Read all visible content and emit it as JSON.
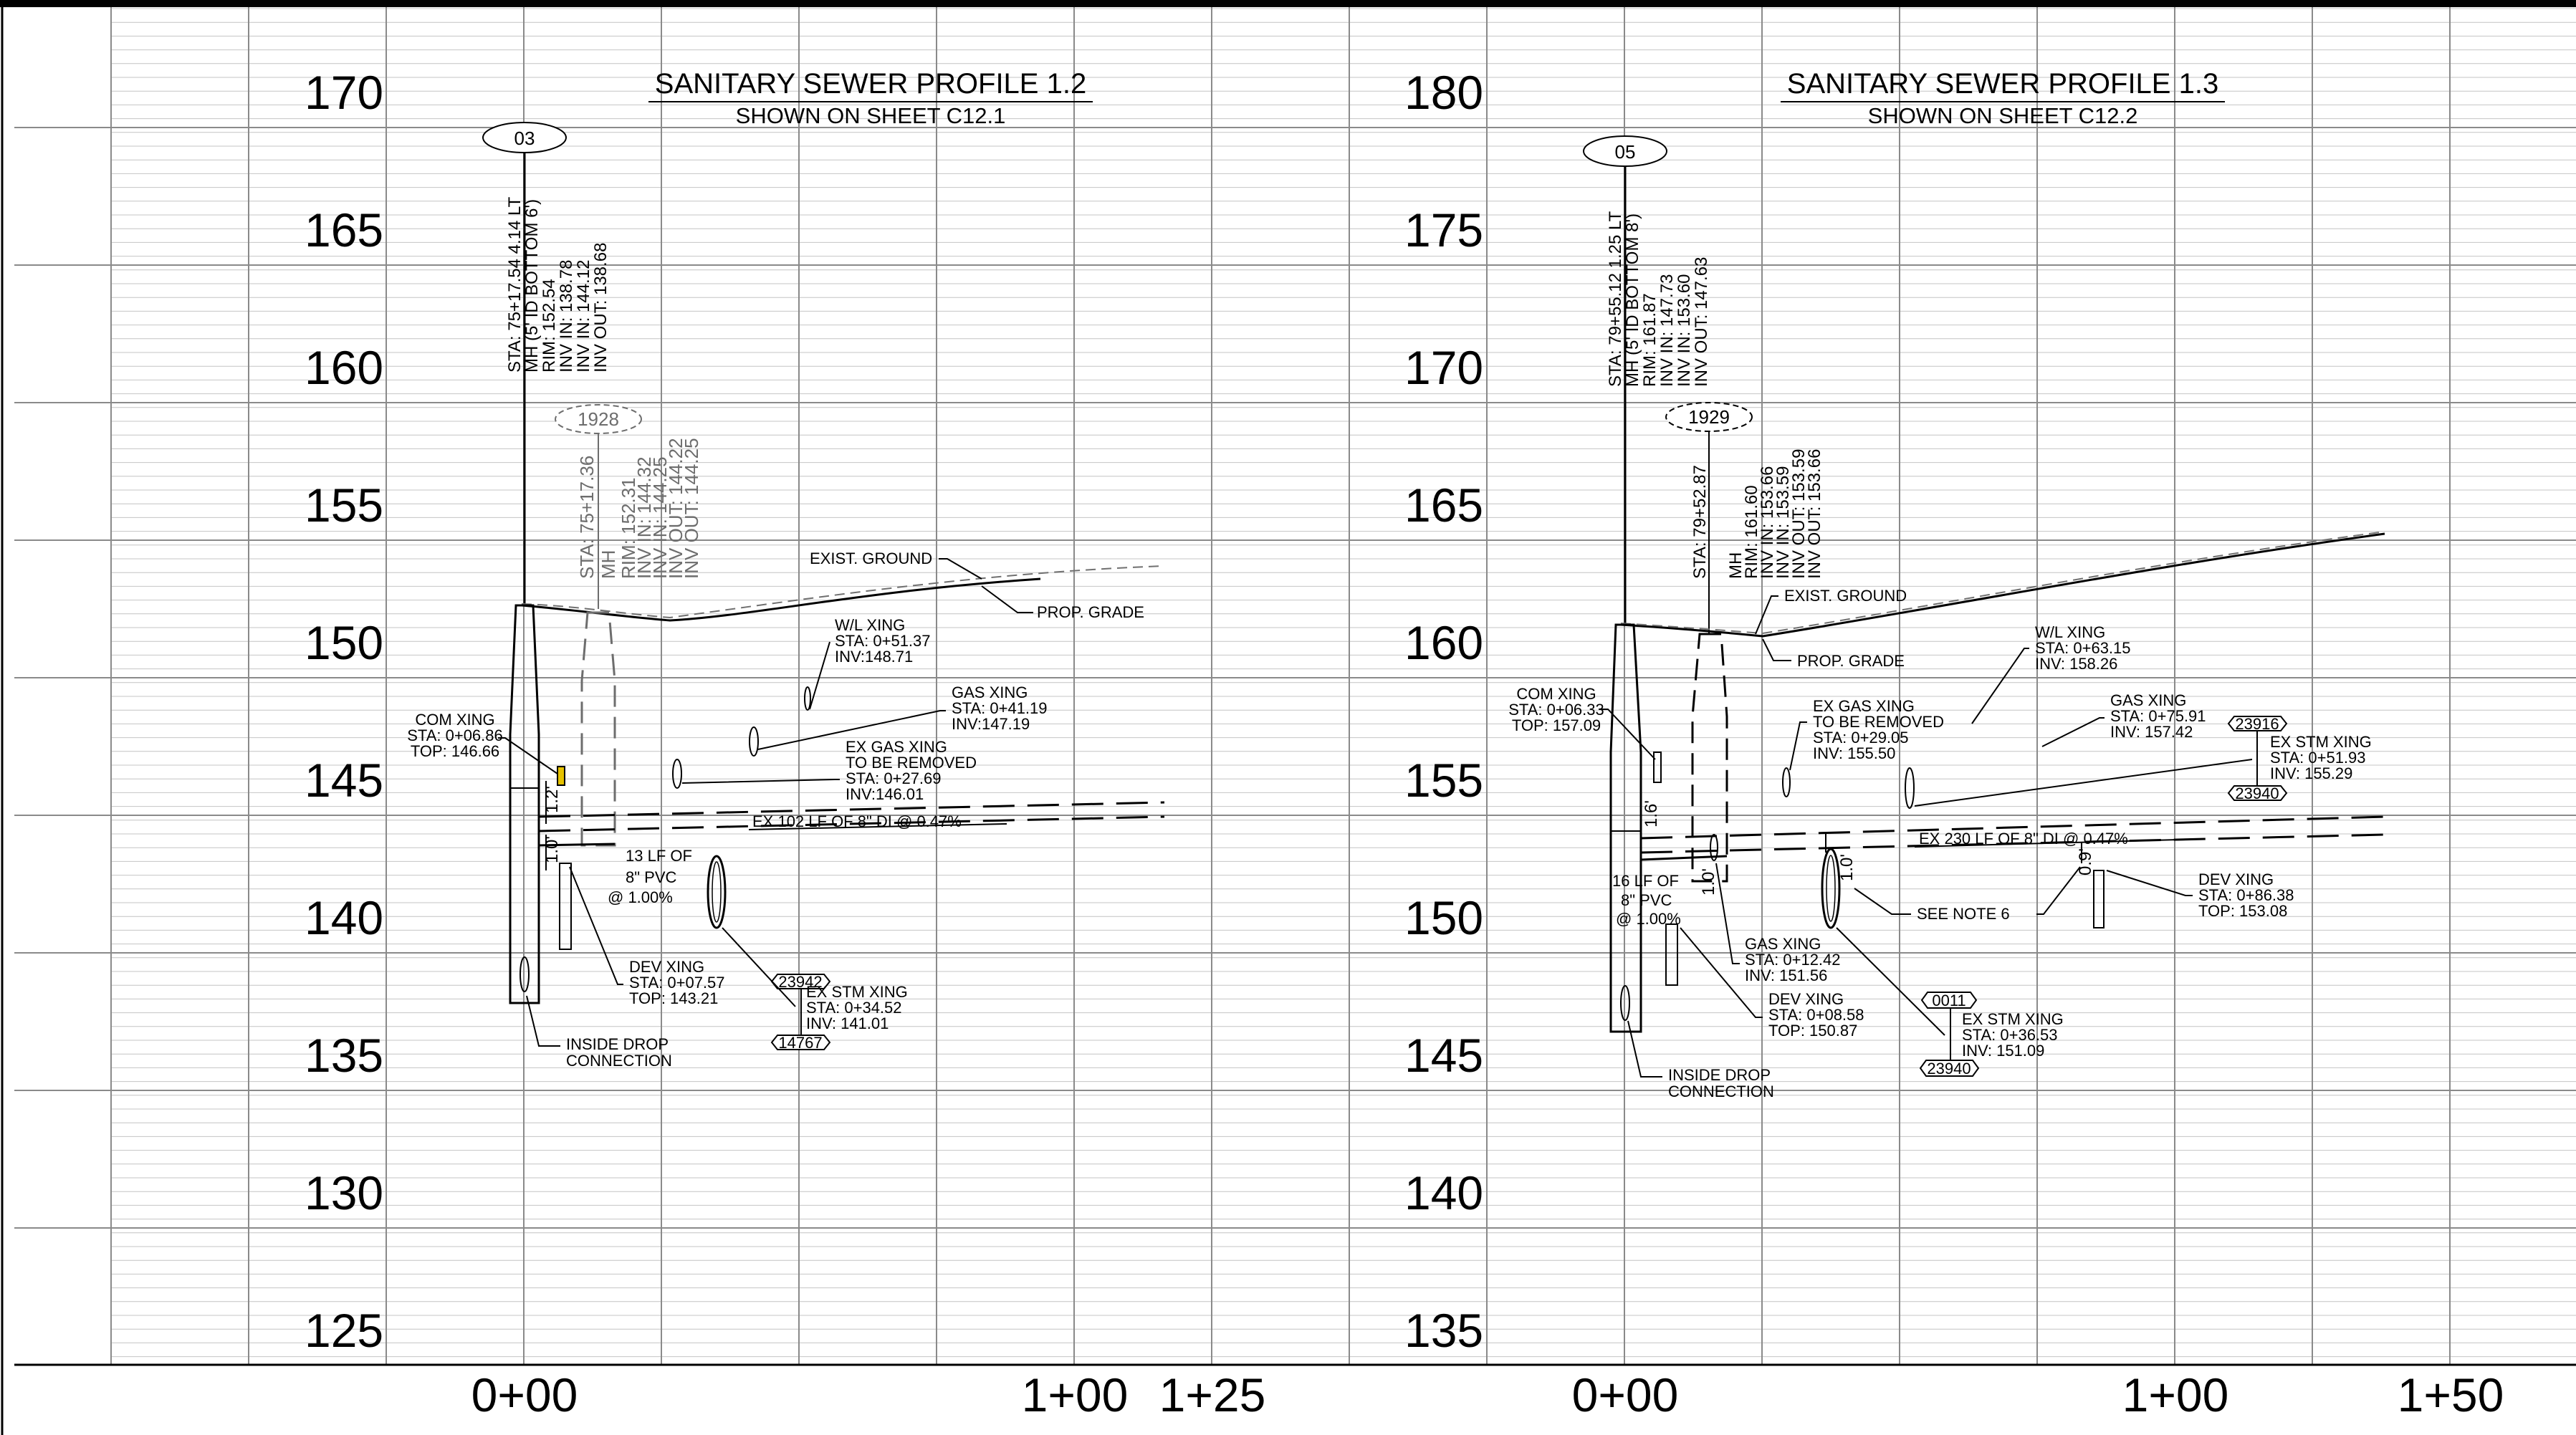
{
  "colors": {
    "grid": "#8a8a8a",
    "grid_minor": "#c4c4c4",
    "ink": "#000000",
    "existing": "#707070"
  },
  "profile_left": {
    "title": "SANITARY SEWER PROFILE 1.2",
    "subtitle": "SHOWN ON SHEET C12.1",
    "elevations": [
      "170",
      "165",
      "160",
      "155",
      "150",
      "145",
      "140",
      "135",
      "130",
      "125"
    ],
    "stations": [
      "0+00",
      "1+00",
      "1+25"
    ],
    "mh_tag": "03",
    "mh_notes": [
      "STA: 75+17.54 4.14 LT",
      "MH (5' ID BOTTOM 6')",
      "RIM: 152.54",
      "INV IN: 138.78",
      "INV IN: 144.12",
      "INV OUT: 138.68"
    ],
    "ex_tag": "1928",
    "ex_notes": [
      "STA: 75+17.36",
      "MH",
      "RIM: 152.31",
      "INV IN: 144.32",
      "INV IN: 144.25",
      "INV OUT: 144.22",
      "INV OUT: 144.25"
    ],
    "exist_ground": "EXIST. GROUND",
    "prop_grade": "PROP. GRADE",
    "wl_xing": [
      "W/L XING",
      "STA: 0+51.37",
      "INV:148.71"
    ],
    "gas_xing": [
      "GAS XING",
      "STA: 0+41.19",
      "INV:147.19"
    ],
    "ex_gas_xing": [
      "EX GAS XING",
      "TO BE REMOVED",
      "STA: 0+27.69",
      "INV:146.01"
    ],
    "com_xing": [
      "COM XING",
      "STA: 0+06.86",
      "TOP: 146.66"
    ],
    "ex_pipe": "EX 102 LF OF 8\" DI @ 0.47%",
    "new_pipe": [
      "13 LF OF",
      "8\" PVC",
      "@ 1.00%"
    ],
    "dim_a": "1.2'",
    "dim_b": "1.0'",
    "dev_xing": [
      "DEV XING",
      "STA: 0+07.57",
      "TOP: 143.21"
    ],
    "stm_tag_a": "23942",
    "ex_stm_xing": [
      "EX STM XING",
      "STA: 0+34.52",
      "INV: 141.01"
    ],
    "stm_tag_b": "14767",
    "inside_drop": [
      "INSIDE DROP",
      "CONNECTION"
    ]
  },
  "profile_right": {
    "title": "SANITARY SEWER PROFILE 1.3",
    "subtitle": "SHOWN ON SHEET C12.2",
    "elevations": [
      "180",
      "175",
      "170",
      "165",
      "160",
      "155",
      "150",
      "145",
      "140",
      "135"
    ],
    "stations": [
      "0+00",
      "1+00",
      "1+50"
    ],
    "mh_tag": "05",
    "mh_notes": [
      "STA: 79+55.12 1.25 LT",
      "MH (5' ID BOTTOM 8')",
      "RIM: 161.87",
      "INV IN: 147.73",
      "INV IN: 153.60",
      "INV OUT: 147.63"
    ],
    "ex_tag": "1929",
    "ex_notes": [
      "STA: 79+52.87",
      "MH",
      "RIM: 161.60",
      "INV IN: 153.66",
      "INV IN: 153.59",
      "INV OUT: 153.59",
      "INV OUT: 153.66"
    ],
    "exist_ground": "EXIST. GROUND",
    "prop_grade": "PROP. GRADE",
    "wl_xing": [
      "W/L XING",
      "STA: 0+63.15",
      "INV: 158.26"
    ],
    "gas_xing_b": [
      "GAS XING",
      "STA: 0+75.91",
      "INV: 157.42"
    ],
    "ex_gas_xing": [
      "EX GAS XING",
      "TO BE REMOVED",
      "STA: 0+29.05",
      "INV: 155.50"
    ],
    "com_xing": [
      "COM XING",
      "STA: 0+06.33",
      "TOP: 157.09"
    ],
    "ex_stm_xing_b": [
      "EX STM XING",
      "STA: 0+51.93",
      "INV: 155.29"
    ],
    "tag_23916": "23916",
    "tag_23940_a": "23940",
    "ex_pipe": "EX 230 LF OF 8\" DI @ 0.47%",
    "new_pipe": [
      "16 LF OF",
      "8\" PVC",
      "@ 1.00%"
    ],
    "dim_a": "1.6'",
    "dim_b": "1.0'",
    "dim_c": "1.0'",
    "dim_d": "0.9'",
    "see_note": "SEE NOTE 6",
    "dev_xing_b": [
      "DEV XING",
      "STA: 0+86.38",
      "TOP: 153.08"
    ],
    "gas_xing": [
      "GAS XING",
      "STA: 0+12.42",
      "INV: 151.56"
    ],
    "dev_xing": [
      "DEV XING",
      "STA: 0+08.58",
      "TOP: 150.87"
    ],
    "tag_0011": "0011",
    "ex_stm_xing": [
      "EX STM XING",
      "STA: 0+36.53",
      "INV: 151.09"
    ],
    "tag_23940_b": "23940",
    "inside_drop": [
      "INSIDE DROP",
      "CONNECTION"
    ]
  }
}
